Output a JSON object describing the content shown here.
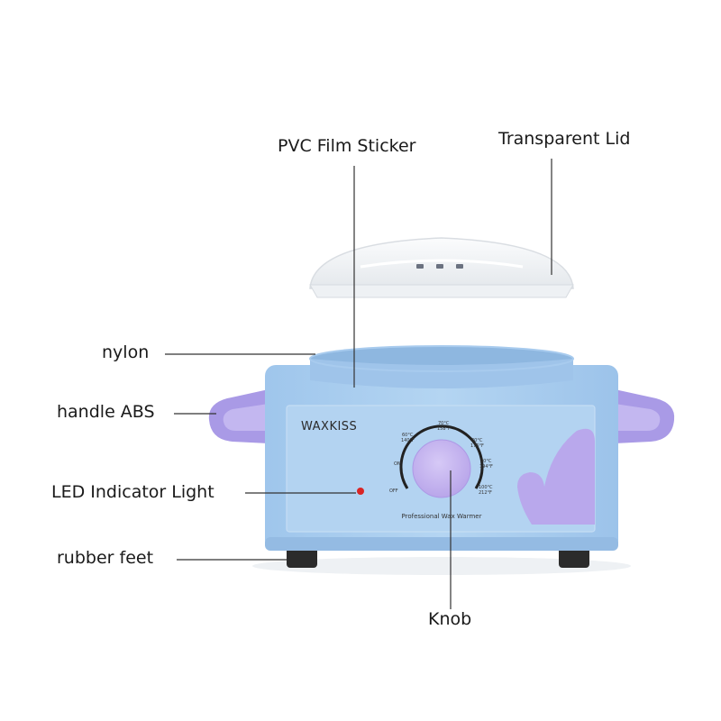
{
  "labels": {
    "pvc_film_sticker": "PVC Film Sticker",
    "transparent_lid": "Transparent Lid",
    "nylon": "nylon",
    "handle_abs": "handle ABS",
    "led_indicator_light": "LED Indicator Light",
    "rubber_feet": "rubber feet",
    "knob": "Knob"
  },
  "product": {
    "brand": "WAXKISS",
    "model_text": "Professional Wax Warmer",
    "dial_marks": {
      "off": "OFF",
      "on": "ON",
      "t60c": "60°C",
      "t60f": "140°F",
      "t70c": "70°C",
      "t70f": "158°F",
      "t80c": "80°C",
      "t80f": "176°F",
      "t90c": "90°C",
      "t90f": "194°F",
      "t100c": "100°C",
      "t100f": "212°F"
    }
  },
  "colors": {
    "body": "#a9cdee",
    "rim": "#8fb8e2",
    "handles": "#a99ae6",
    "knob": "#c9b8f2",
    "led": "#d92525",
    "feet": "#2b2b2b",
    "lid": "#f2f4f6"
  }
}
